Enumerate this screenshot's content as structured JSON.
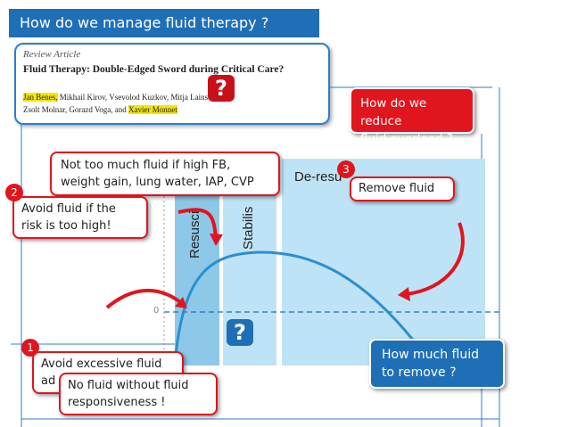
{
  "title": "How do we manage fluid therapy ?",
  "review": {
    "label": "Review Article",
    "heading": "Fluid Therapy: Double-Edged Sword during Critical Care?",
    "authors_line1": [
      {
        "text": "Jan Benes,",
        "highlight": true
      },
      {
        "text": " Mikhail Kirov, Vsevolod Kuzkov, Mitja Lainscak,",
        "highlight": false
      }
    ],
    "authors_line2": [
      {
        "text": "Zsolt Molnar, Gorazd Voga, and ",
        "highlight": false
      },
      {
        "text": "Xavier Monnet",
        "highlight": true
      }
    ]
  },
  "question_mark": "?",
  "reduce_box": {
    "line1": "How do we reduce",
    "line2": "fluid overload ?"
  },
  "fb_callout": {
    "line1": "Not too much fluid if high FB,",
    "line2": "weight gain, lung water, IAP, CVP"
  },
  "step2": {
    "number": "2",
    "line1": "Avoid fluid if the",
    "line2": "risk is too high!"
  },
  "step3": {
    "number": "3",
    "label": "Remove fluid"
  },
  "step1": {
    "number": "1",
    "line1": "Avoid excessive fluid",
    "line2": "ad"
  },
  "no_fluid": {
    "line1": "No fluid without fluid",
    "line2": "responsiveness !"
  },
  "remove_box": {
    "line1": "How much fluid",
    "line2": "to remove ?"
  },
  "phases": {
    "resuscitation": "Resusci",
    "stabilisation": "Stabilis",
    "deresuscitation": "De-resu"
  },
  "axis_zero": "0",
  "colors": {
    "red": "#e0151d",
    "blue": "#1f6fb6",
    "phase_dark": "#8ec8e8",
    "phase_light": "#bfe3f6",
    "curve": "#2a8fd0"
  }
}
